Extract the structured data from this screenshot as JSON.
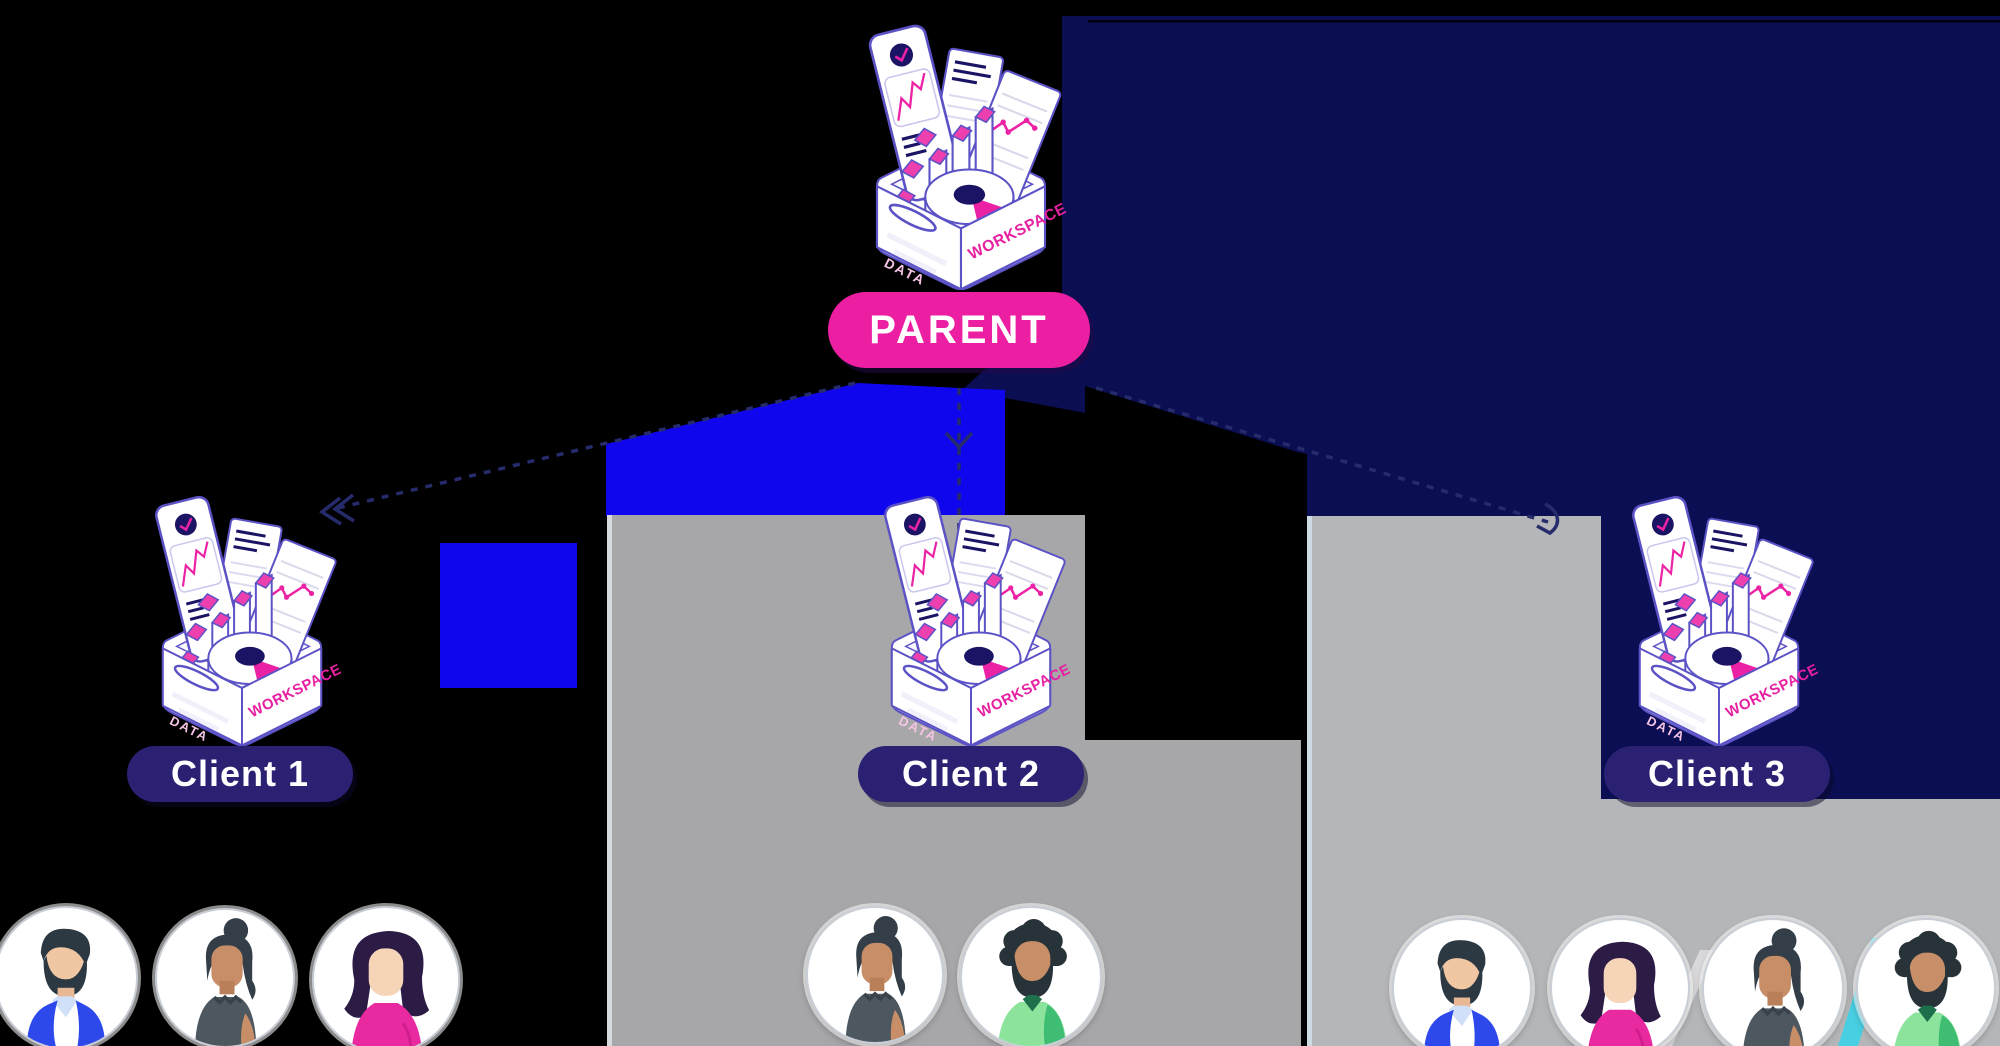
{
  "parent": {
    "label": "PARENT"
  },
  "clients": [
    {
      "label": "Client 1",
      "avatars": [
        "man-blue-jacket",
        "woman-hair-bun",
        "woman-pink-top"
      ]
    },
    {
      "label": "Client 2",
      "avatars": [
        "woman-hair-bun",
        "man-green-shirt"
      ]
    },
    {
      "label": "Client 3",
      "avatars": [
        "man-blue-jacket",
        "woman-pink-top",
        "woman-hair-bun",
        "man-green-shirt"
      ]
    }
  ],
  "illustration": {
    "workspace_label": "WORKSPACE",
    "data_label": "DATA"
  },
  "colors": {
    "parent_pill": "#ec1fa3",
    "client_pill": "#2a2173",
    "arrow": "#262b6b",
    "accent_magenta": "#ec22a4",
    "accent_navy": "#1b1464",
    "bg_navy": "#0b0e52",
    "bg_blue": "#1006ee",
    "bg_gray_left": "#a7a7aa",
    "bg_gray_right": "#b5b6b9",
    "bg_cyan": "#49cfe2"
  }
}
